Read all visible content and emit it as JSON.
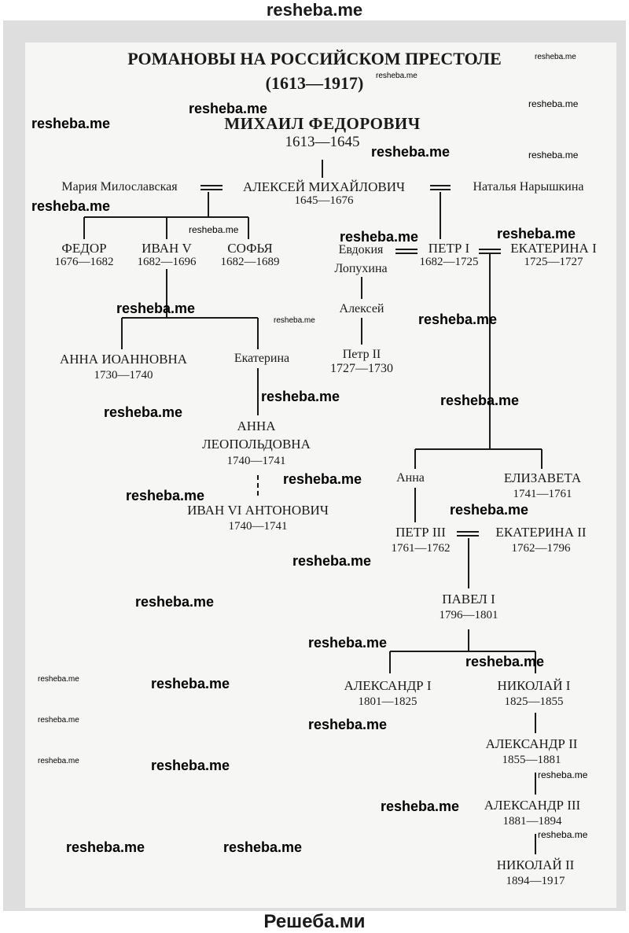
{
  "header": "resheba.me",
  "footer": "Решеба.ми",
  "title": "РОМАНОВЫ НА РОССИЙСКОМ ПРЕСТОЛЕ",
  "subtitle": "(1613—1917)",
  "nodes": {
    "mikhail": {
      "name": "МИХАИЛ ФЕДОРОВИЧ",
      "years": "1613—1645"
    },
    "miloslavskaya": {
      "name": "Мария Милославская"
    },
    "aleksei_m": {
      "name": "АЛЕКСЕЙ МИХАЙЛОВИЧ",
      "years": "1645—1676"
    },
    "naryshkina": {
      "name": "Наталья Нарышкина"
    },
    "fedor": {
      "name": "ФЕДОР",
      "years": "1676—1682"
    },
    "ivan5": {
      "name": "ИВАН V",
      "years": "1682—1696"
    },
    "sofya": {
      "name": "СОФЬЯ",
      "years": "1682—1689"
    },
    "evdokia1": {
      "name": "Евдокия"
    },
    "evdokia2": {
      "name": "Лопухина"
    },
    "petr1": {
      "name": "ПЕТР I",
      "years": "1682—1725"
    },
    "ekaterina1": {
      "name": "ЕКАТЕРИНА I",
      "years": "1725—1727"
    },
    "aleksei": {
      "name": "Алексей"
    },
    "petr2": {
      "name": "Петр II",
      "years": "1727—1730"
    },
    "anna_i": {
      "name": "АННА ИОАННОВНА",
      "years": "1730—1740"
    },
    "ekaterina": {
      "name": "Екатерина"
    },
    "anna_l1": {
      "name": "АННА"
    },
    "anna_l2": {
      "name": "ЛЕОПОЛЬДОВНА",
      "years": "1740—1741"
    },
    "ivan6": {
      "name": "ИВАН VI АНТОНОВИЧ",
      "years": "1740—1741"
    },
    "anna": {
      "name": "Анна"
    },
    "elizaveta": {
      "name": "ЕЛИЗАВЕТА",
      "years": "1741—1761"
    },
    "petr3": {
      "name": "ПЕТР III",
      "years": "1761—1762"
    },
    "ekaterina2": {
      "name": "ЕКАТЕРИНА II",
      "years": "1762—1796"
    },
    "pavel1": {
      "name": "ПАВЕЛ I",
      "years": "1796—1801"
    },
    "aleksandr1": {
      "name": "АЛЕКСАНДР I",
      "years": "1801—1825"
    },
    "nikolai1": {
      "name": "НИКОЛАЙ I",
      "years": "1825—1855"
    },
    "aleksandr2": {
      "name": "АЛЕКСАНДР II",
      "years": "1855—1881"
    },
    "aleksandr3": {
      "name": "АЛЕКСАНДР III",
      "years": "1881—1894"
    },
    "nikolai2": {
      "name": "НИКОЛАЙ II",
      "years": "1894—1917"
    }
  },
  "marriage_symbol": "=",
  "watermark": "resheba.me"
}
